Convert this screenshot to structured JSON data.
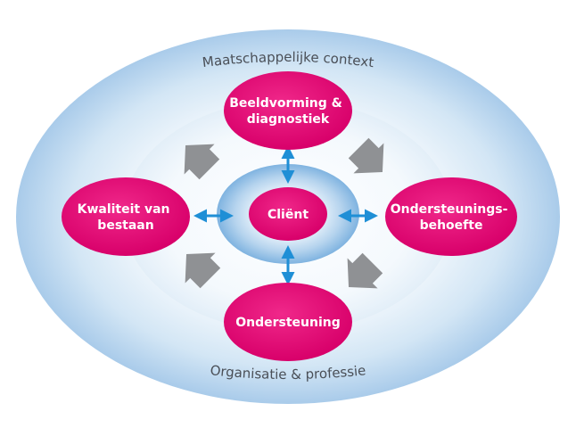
{
  "context": {
    "top_label": "Maatschappelijke context",
    "bottom_label": "Organisatie & professie"
  },
  "center": {
    "label": "Cliënt"
  },
  "nodes": {
    "top": {
      "lines": [
        "Beeldvorming &",
        "diagnostiek"
      ]
    },
    "right": {
      "lines": [
        "Ondersteunings-",
        "behoefte"
      ]
    },
    "bottom": {
      "lines": [
        "Ondersteuning"
      ]
    },
    "left": {
      "lines": [
        "Kwaliteit van",
        "bestaan"
      ]
    }
  },
  "colors": {
    "node_fill": "#e6006e",
    "arrow_blue": "#1f8fd6",
    "flow_arrow_gray": "#8f9194",
    "outer_ellipse": "#b9d6ef",
    "text_dark": "#4a4f57"
  },
  "icons": {
    "connector": "double-arrow-icon",
    "flow": "block-arrow-icon"
  }
}
